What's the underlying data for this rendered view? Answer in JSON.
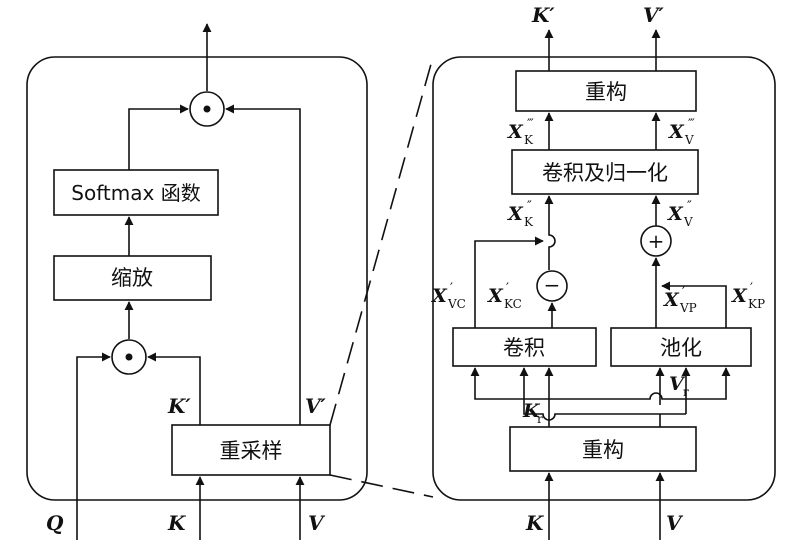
{
  "left": {
    "softmax_label": "Softmax 函数",
    "scale_label": "缩放",
    "resample_label": "重采样",
    "input_q": "Q",
    "input_k": "K",
    "input_v": "V",
    "k_prime": "K′",
    "v_prime": "V′"
  },
  "right": {
    "output_k": "K′",
    "output_v": "V′",
    "reconstruct_top_label": "重构",
    "conv_norm_label": "卷积及归一化",
    "conv_label": "卷积",
    "pool_label": "池化",
    "reconstruct_bottom_label": "重构",
    "input_k": "K",
    "input_v": "V",
    "xk3": {
      "base": "X",
      "sub": "K",
      "sup": "‴"
    },
    "xv3": {
      "base": "X",
      "sub": "V",
      "sup": "‴"
    },
    "xk2": {
      "base": "X",
      "sub": "K",
      "sup": "″"
    },
    "xv2": {
      "base": "X",
      "sub": "V",
      "sup": "″"
    },
    "xvc": {
      "base": "X",
      "sub": "VC",
      "sup": "′"
    },
    "xkc": {
      "base": "X",
      "sub": "KC",
      "sup": "′"
    },
    "xvp": {
      "base": "X",
      "sub": "VP",
      "sup": "′"
    },
    "xkp": {
      "base": "X",
      "sub": "KP",
      "sup": "′"
    },
    "kr": {
      "base": "K",
      "sub": "r"
    },
    "vr": {
      "base": "V",
      "sub": "r"
    }
  },
  "operators": {
    "dot": "•",
    "plus": "+",
    "minus": "−"
  }
}
